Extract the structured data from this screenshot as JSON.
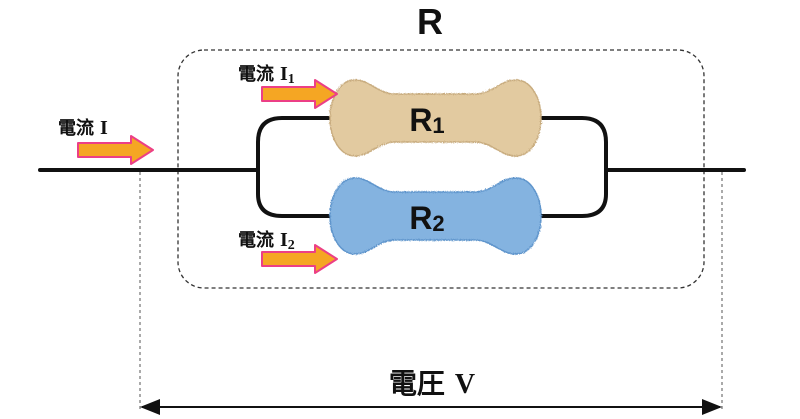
{
  "title": "R",
  "current_total": {
    "prefix": "電流",
    "symbol": "I"
  },
  "current_1": {
    "prefix": "電流",
    "symbol": "I",
    "subscript": "1"
  },
  "current_2": {
    "prefix": "電流",
    "symbol": "I",
    "subscript": "2"
  },
  "resistor_1": {
    "letter": "R",
    "subscript": "1",
    "color": "#e2caa0",
    "texture": "#c9ad80"
  },
  "resistor_2": {
    "letter": "R",
    "subscript": "2",
    "color": "#84b3e0",
    "texture": "#5f95cc"
  },
  "voltage": {
    "prefix": "電圧",
    "symbol": "V"
  },
  "colors": {
    "wire": "#111111",
    "arrow_fill": "#f5a623",
    "arrow_stroke": "#ec3f86",
    "box_border": "#333333",
    "dim_line": "#555555"
  }
}
